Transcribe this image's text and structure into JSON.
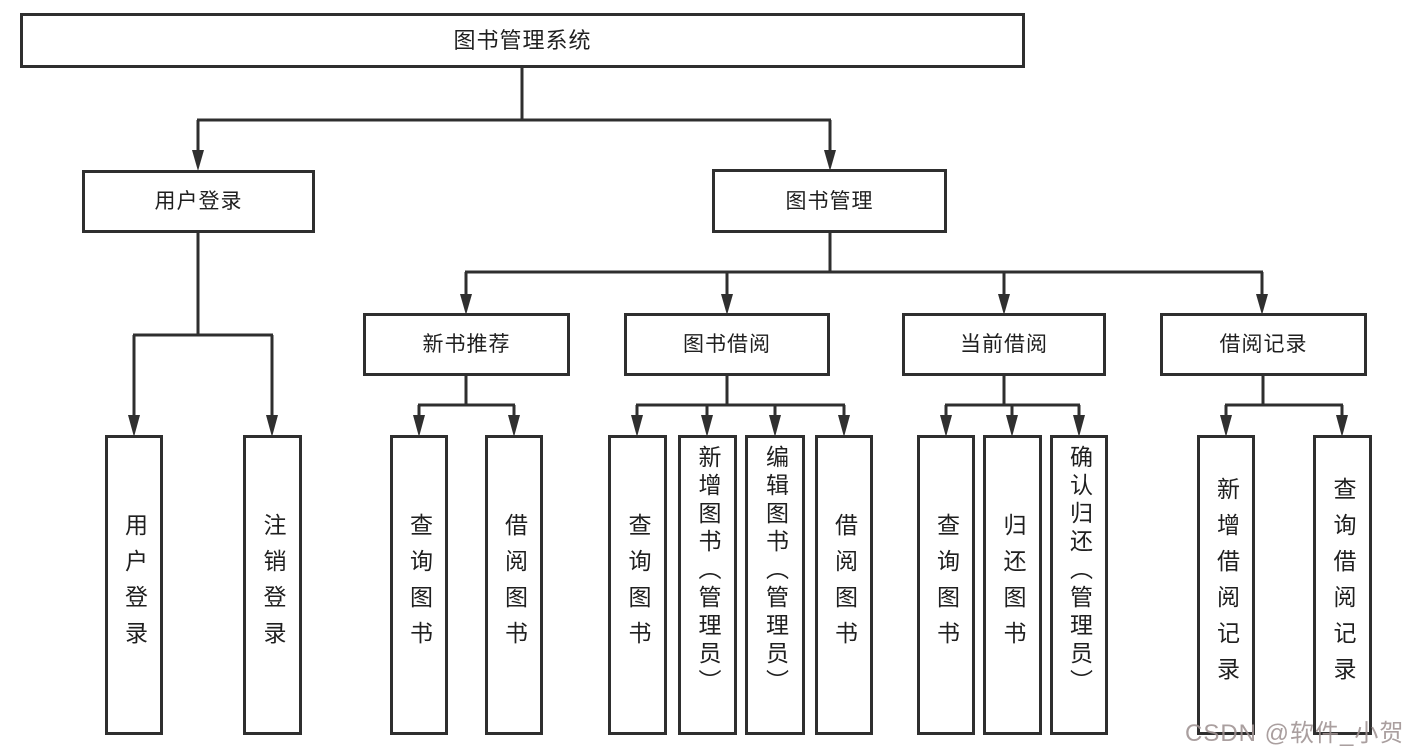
{
  "diagram": {
    "root": {
      "label": "图书管理系统",
      "children": [
        {
          "label": "用户登录",
          "children": [
            {
              "label": "用户登录"
            },
            {
              "label": "注销登录"
            }
          ]
        },
        {
          "label": "图书管理",
          "children": [
            {
              "label": "新书推荐",
              "children": [
                {
                  "label": "查询图书"
                },
                {
                  "label": "借阅图书"
                }
              ]
            },
            {
              "label": "图书借阅",
              "children": [
                {
                  "label": "查询图书"
                },
                {
                  "label": "新增图书（管理员）"
                },
                {
                  "label": "编辑图书（管理员）"
                },
                {
                  "label": "借阅图书"
                }
              ]
            },
            {
              "label": "当前借阅",
              "children": [
                {
                  "label": "查询图书"
                },
                {
                  "label": "归还图书"
                },
                {
                  "label": "确认归还（管理员）"
                }
              ]
            },
            {
              "label": "借阅记录",
              "children": [
                {
                  "label": "新增借阅记录"
                },
                {
                  "label": "查询借阅记录"
                }
              ]
            }
          ]
        }
      ]
    },
    "watermark": "CSDN @软件_小贺同学"
  },
  "colors": {
    "line": "#2f2f2f",
    "text": "#1f1f1f",
    "watermark": "#9e9292",
    "background": "#ffffff"
  }
}
